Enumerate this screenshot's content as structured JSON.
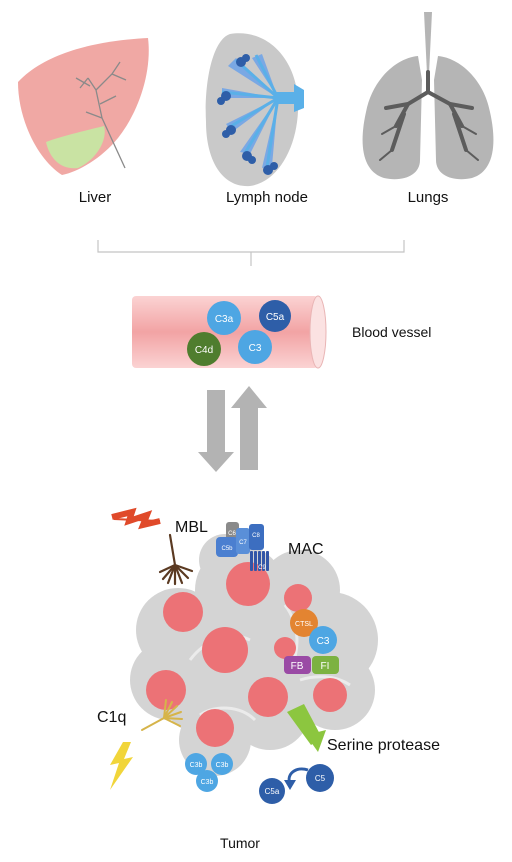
{
  "organs": {
    "liver": "Liver",
    "lymph_node": "Lymph node",
    "lungs": "Lungs"
  },
  "vessel": {
    "label": "Blood vessel",
    "molecules": {
      "c3a": "C3a",
      "c5a": "C5a",
      "c4d": "C4d",
      "c3": "C3"
    }
  },
  "tumor": {
    "label": "Tumor",
    "mbl": "MBL",
    "mac": "MAC",
    "mac_parts": {
      "c6": "C6",
      "c5b": "C5b",
      "c7": "C7",
      "c8": "C8",
      "c9": "C9"
    },
    "c1q": "C1q",
    "serine_protease": "Serine protease",
    "ctsl": "CTSL",
    "c3": "C3",
    "fb": "FB",
    "fi": "FI",
    "c3b": "C3b",
    "c5": "C5",
    "c5a": "C5a"
  },
  "colors": {
    "liver": "#f0a8a4",
    "gallbladder": "#c9e3a3",
    "lymph_node_body": "#c9c9c9",
    "lymph_vessel": "#5ab0e8",
    "lung": "#b5b5b5",
    "vessel_red": "#f08f91",
    "light_blue": "#4ea6e3",
    "dark_blue": "#2e5ea8",
    "green": "#4f7d2e",
    "tumor_gray": "#d4d4d4",
    "tumor_red": "#ec7276",
    "ctsl_orange": "#e38431",
    "fb_purple": "#9a4aa5",
    "fi_green": "#7cb241",
    "arrow_gray": "#b3b3b3"
  }
}
